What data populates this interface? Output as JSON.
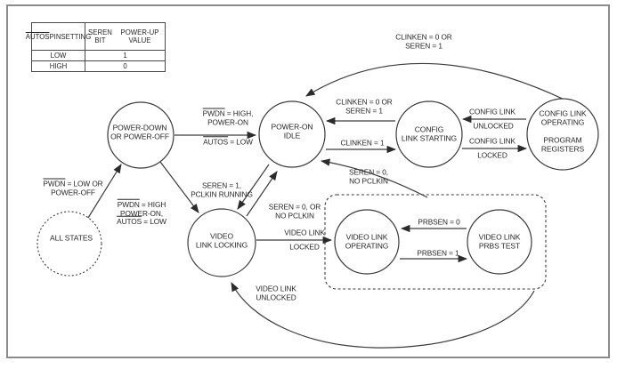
{
  "palette": {
    "ink": "#282828",
    "line": "#3c3c3c",
    "frame": "#8c8c8c",
    "background": "#ffffff"
  },
  "table": {
    "col1_header": [
      [
        {
          "t": "AUTOS",
          "ov": true
        },
        {
          "t": " PIN"
        }
      ],
      [
        {
          "t": "SETTING"
        }
      ]
    ],
    "col2_header": [
      [
        {
          "t": "SEREN BIT"
        }
      ],
      [
        {
          "t": "POWER-UP VALUE"
        }
      ]
    ],
    "rows": [
      [
        "LOW",
        "1"
      ],
      [
        "HIGH",
        "0"
      ]
    ]
  },
  "states": {
    "power_down": [
      [
        {
          "t": "POWER-DOWN"
        }
      ],
      [
        {
          "t": "OR POWER-OFF"
        }
      ]
    ],
    "power_on_idle": [
      [
        {
          "t": "POWER-ON"
        }
      ],
      [
        {
          "t": "IDLE"
        }
      ]
    ],
    "config_link_starting": [
      [
        {
          "t": "CONFIG"
        }
      ],
      [
        {
          "t": "LINK STARTING"
        }
      ]
    ],
    "config_link_operating_a": [
      [
        {
          "t": "CONFIG LINK"
        }
      ],
      [
        {
          "t": "OPERATING"
        }
      ]
    ],
    "config_link_operating_b": [
      [
        {
          "t": "PROGRAM"
        }
      ],
      [
        {
          "t": "REGISTERS"
        }
      ]
    ],
    "video_link_locking": [
      [
        {
          "t": "VIDEO"
        }
      ],
      [
        {
          "t": "LINK LOCKING"
        }
      ]
    ],
    "all_states": [
      [
        {
          "t": "ALL STATES"
        }
      ]
    ],
    "video_link_operating": [
      [
        {
          "t": "VIDEO LINK"
        }
      ],
      [
        {
          "t": "OPERATING"
        }
      ]
    ],
    "video_link_prbs_test": [
      [
        {
          "t": "VIDEO LINK"
        }
      ],
      [
        {
          "t": "PRBS TEST"
        }
      ]
    ]
  },
  "transitions": {
    "all_to_pd": [
      [
        {
          "t": "PWDN",
          "ov": true
        },
        {
          "t": " = LOW OR"
        }
      ],
      [
        {
          "t": "POWER-OFF"
        }
      ]
    ],
    "pd_to_idle_a": [
      [
        {
          "t": "PWDN",
          "ov": true
        },
        {
          "t": " = HIGH,"
        }
      ],
      [
        {
          "t": "POWER-ON"
        }
      ]
    ],
    "pd_to_idle_b": [
      [
        {
          "t": "AUTOS",
          "ov": true
        },
        {
          "t": " = LOW"
        }
      ]
    ],
    "pd_to_vll": [
      [
        {
          "t": "PWDN",
          "ov": true
        },
        {
          "t": " = HIGH"
        }
      ],
      [
        {
          "t": "POWER-ON,"
        }
      ],
      [
        {
          "t": "AUTOS",
          "ov": true
        },
        {
          "t": " = LOW"
        }
      ]
    ],
    "idle_to_vll": [
      [
        {
          "t": "SEREN = 1,"
        }
      ],
      [
        {
          "t": "PCLKIN RUNNING"
        }
      ]
    ],
    "vll_to_idle": [
      [
        {
          "t": "SEREN = 0, OR"
        }
      ],
      [
        {
          "t": "NO PCLKIN"
        }
      ]
    ],
    "group_to_idle": [
      [
        {
          "t": "SEREN = 0,"
        }
      ],
      [
        {
          "t": "NO PCLKIN"
        }
      ]
    ],
    "idle_to_cls": [
      [
        {
          "t": "CLINKEN = 1"
        }
      ]
    ],
    "cls_to_idle": [
      [
        {
          "t": "CLINKEN = 0 OR"
        }
      ],
      [
        {
          "t": "SEREN = 1"
        }
      ]
    ],
    "clo_to_idle": [
      [
        {
          "t": "CLINKEN = 0 OR"
        }
      ],
      [
        {
          "t": "SEREN = 1"
        }
      ]
    ],
    "clo_to_cls_a": [
      [
        {
          "t": "CONFIG LINK"
        }
      ]
    ],
    "clo_to_cls_b": [
      [
        {
          "t": "UNLOCKED"
        }
      ]
    ],
    "cls_to_clo_a": [
      [
        {
          "t": "CONFIG LINK"
        }
      ]
    ],
    "cls_to_clo_b": [
      [
        {
          "t": "LOCKED"
        }
      ]
    ],
    "vll_to_vlo_a": [
      [
        {
          "t": "VIDEO LINK"
        }
      ]
    ],
    "vll_to_vlo_b": [
      [
        {
          "t": "LOCKED"
        }
      ]
    ],
    "prbs_to_vlo": [
      [
        {
          "t": "PRBSEN = 0"
        }
      ]
    ],
    "vlo_to_prbs": [
      [
        {
          "t": "PRBSEN = 1"
        }
      ]
    ],
    "group_to_vll": [
      [
        {
          "t": "VIDEO LINK"
        }
      ],
      [
        {
          "t": "UNLOCKED"
        }
      ]
    ]
  }
}
